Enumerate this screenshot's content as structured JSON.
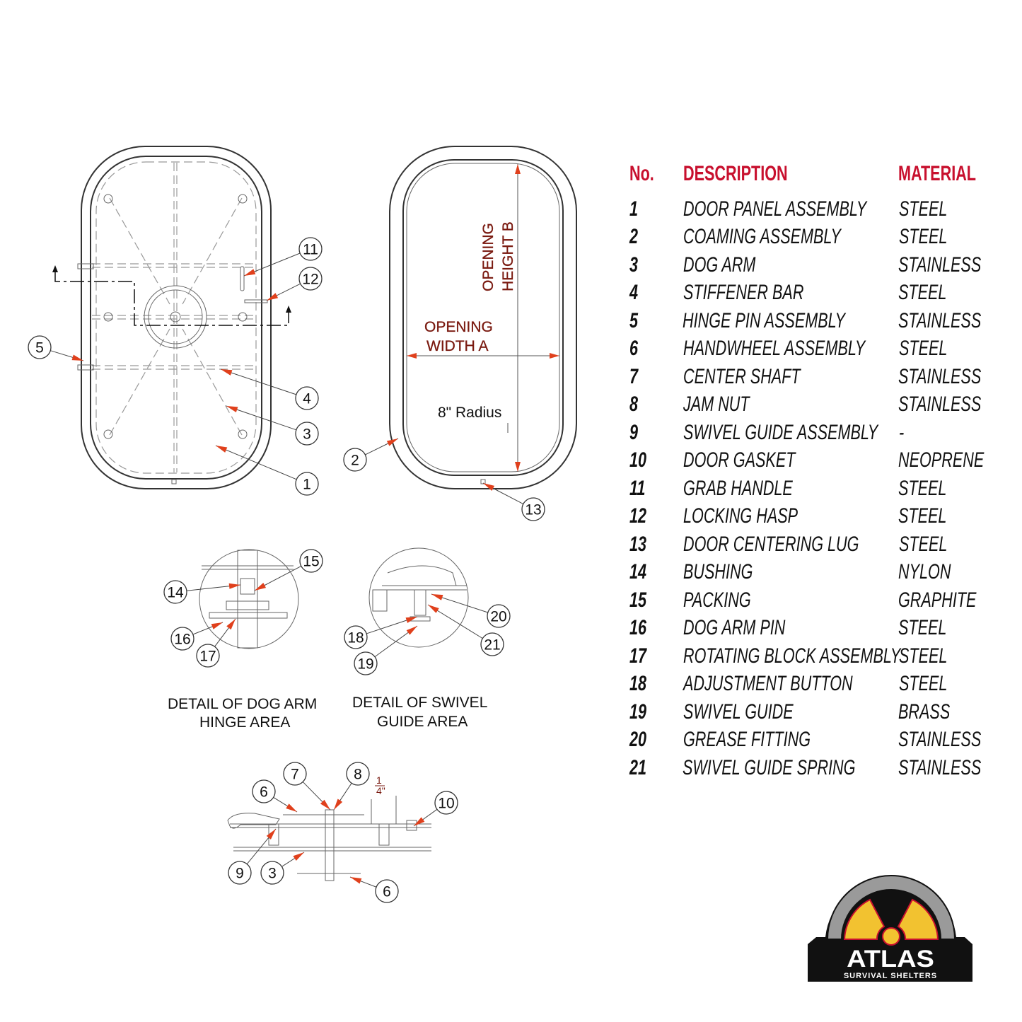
{
  "labels": {
    "opening_height": "OPENING HEIGHT B",
    "opening_height_l1": "OPENING",
    "opening_height_l2": "HEIGHT B",
    "opening_width_l1": "OPENING",
    "opening_width_l2": "WIDTH A",
    "radius": "8\" Radius",
    "detail_dog_l1": "DETAIL OF DOG ARM",
    "detail_dog_l2": "HINGE AREA",
    "detail_swivel_l1": "DETAIL OF SWIVEL",
    "detail_swivel_l2": "GUIDE AREA",
    "gasket_gap_num": "1",
    "gasket_gap_den": "4\""
  },
  "callouts": [
    "11",
    "12",
    "5",
    "4",
    "3",
    "1",
    "2",
    "13",
    "14",
    "15",
    "16",
    "17",
    "18",
    "19",
    "20",
    "21",
    "7",
    "8",
    "6",
    "10",
    "9",
    "3",
    "6"
  ],
  "table": {
    "headers": {
      "no": "No.",
      "description": "DESCRIPTION",
      "material": "MATERIAL"
    },
    "rows": [
      {
        "no": "1",
        "description": "DOOR PANEL ASSEMBLY",
        "material": "STEEL"
      },
      {
        "no": "2",
        "description": "COAMING ASSEMBLY",
        "material": "STEEL"
      },
      {
        "no": "3",
        "description": "DOG ARM",
        "material": "STAINLESS"
      },
      {
        "no": "4",
        "description": "STIFFENER BAR",
        "material": "STEEL"
      },
      {
        "no": "5",
        "description": "HINGE PIN ASSEMBLY",
        "material": "STAINLESS"
      },
      {
        "no": "6",
        "description": "HANDWHEEL ASSEMBLY",
        "material": "STEEL"
      },
      {
        "no": "7",
        "description": "CENTER SHAFT",
        "material": "STAINLESS"
      },
      {
        "no": "8",
        "description": "JAM NUT",
        "material": "STAINLESS"
      },
      {
        "no": "9",
        "description": "SWIVEL GUIDE ASSEMBLY",
        "material": "-"
      },
      {
        "no": "10",
        "description": "DOOR GASKET",
        "material": "NEOPRENE"
      },
      {
        "no": "11",
        "description": "GRAB HANDLE",
        "material": "STEEL"
      },
      {
        "no": "12",
        "description": "LOCKING HASP",
        "material": "STEEL"
      },
      {
        "no": "13",
        "description": "DOOR CENTERING LUG",
        "material": "STEEL"
      },
      {
        "no": "14",
        "description": "BUSHING",
        "material": "NYLON"
      },
      {
        "no": "15",
        "description": "PACKING",
        "material": "GRAPHITE"
      },
      {
        "no": "16",
        "description": "DOG ARM PIN",
        "material": "STEEL"
      },
      {
        "no": "17",
        "description": "ROTATING BLOCK ASSEMBLY",
        "material": "STEEL"
      },
      {
        "no": "18",
        "description": "ADJUSTMENT BUTTON",
        "material": "STEEL"
      },
      {
        "no": "19",
        "description": "SWIVEL GUIDE",
        "material": "BRASS"
      },
      {
        "no": "20",
        "description": "GREASE FITTING",
        "material": "STAINLESS"
      },
      {
        "no": "21",
        "description": "SWIVEL GUIDE SPRING",
        "material": "STAINLESS"
      }
    ]
  },
  "logo": {
    "name": "ATLAS",
    "tagline": "SURVIVAL SHELTERS"
  },
  "colors": {
    "accent_red": "#c8102e",
    "arrow": "#e0401c",
    "logo_yellow": "#f2c230",
    "logo_gray": "#9a9a9a"
  }
}
